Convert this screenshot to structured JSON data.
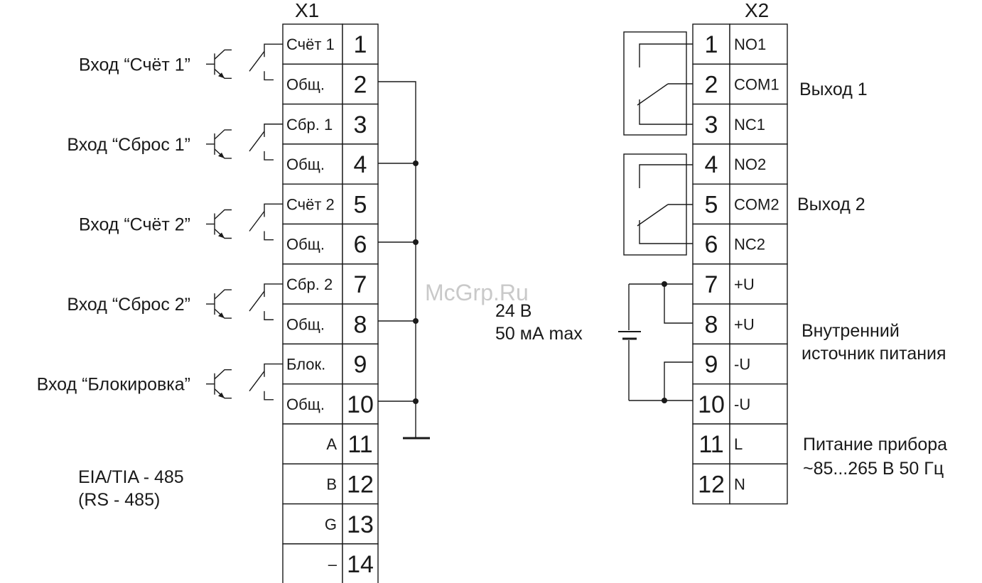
{
  "x1": {
    "header": "X1",
    "rows": [
      {
        "label": "Счёт 1",
        "num": "1"
      },
      {
        "label": "Общ.",
        "num": "2"
      },
      {
        "label": "Сбр. 1",
        "num": "3"
      },
      {
        "label": "Общ.",
        "num": "4"
      },
      {
        "label": "Счёт 2",
        "num": "5"
      },
      {
        "label": "Общ.",
        "num": "6"
      },
      {
        "label": "Сбр. 2",
        "num": "7"
      },
      {
        "label": "Общ.",
        "num": "8"
      },
      {
        "label": "Блок.",
        "num": "9"
      },
      {
        "label": "Общ.",
        "num": "10"
      },
      {
        "label": "A",
        "num": "11"
      },
      {
        "label": "B",
        "num": "12"
      },
      {
        "label": "G",
        "num": "13"
      },
      {
        "label": "–",
        "num": "14"
      }
    ]
  },
  "x2": {
    "header": "X2",
    "rows": [
      {
        "num": "1",
        "label": "NO1"
      },
      {
        "num": "2",
        "label": "COM1"
      },
      {
        "num": "3",
        "label": "NC1"
      },
      {
        "num": "4",
        "label": "NO2"
      },
      {
        "num": "5",
        "label": "COM2"
      },
      {
        "num": "6",
        "label": "NC2"
      },
      {
        "num": "7",
        "label": "+U"
      },
      {
        "num": "8",
        "label": "+U"
      },
      {
        "num": "9",
        "label": "-U"
      },
      {
        "num": "10",
        "label": "-U"
      },
      {
        "num": "11",
        "label": "L"
      },
      {
        "num": "12",
        "label": "N"
      }
    ]
  },
  "inputs": [
    "Вход “Счёт 1”",
    "Вход “Сброс 1”",
    "Вход “Счёт 2”",
    "Вход “Сброс 2”",
    "Вход “Блокировка”"
  ],
  "rs485": {
    "line1": "EIA/TIA - 485",
    "line2": "(RS - 485)"
  },
  "supply": {
    "line1": "24 В",
    "line2": "50 мА max"
  },
  "outputs": {
    "out1": "Выход 1",
    "out2": "Выход 2"
  },
  "internal_supply": {
    "line1": "Внутренний",
    "line2": "источник питания"
  },
  "mains": {
    "line1": "Питание прибора",
    "line2": "~85...265 В 50 Гц"
  },
  "watermark": "McGrp.Ru"
}
